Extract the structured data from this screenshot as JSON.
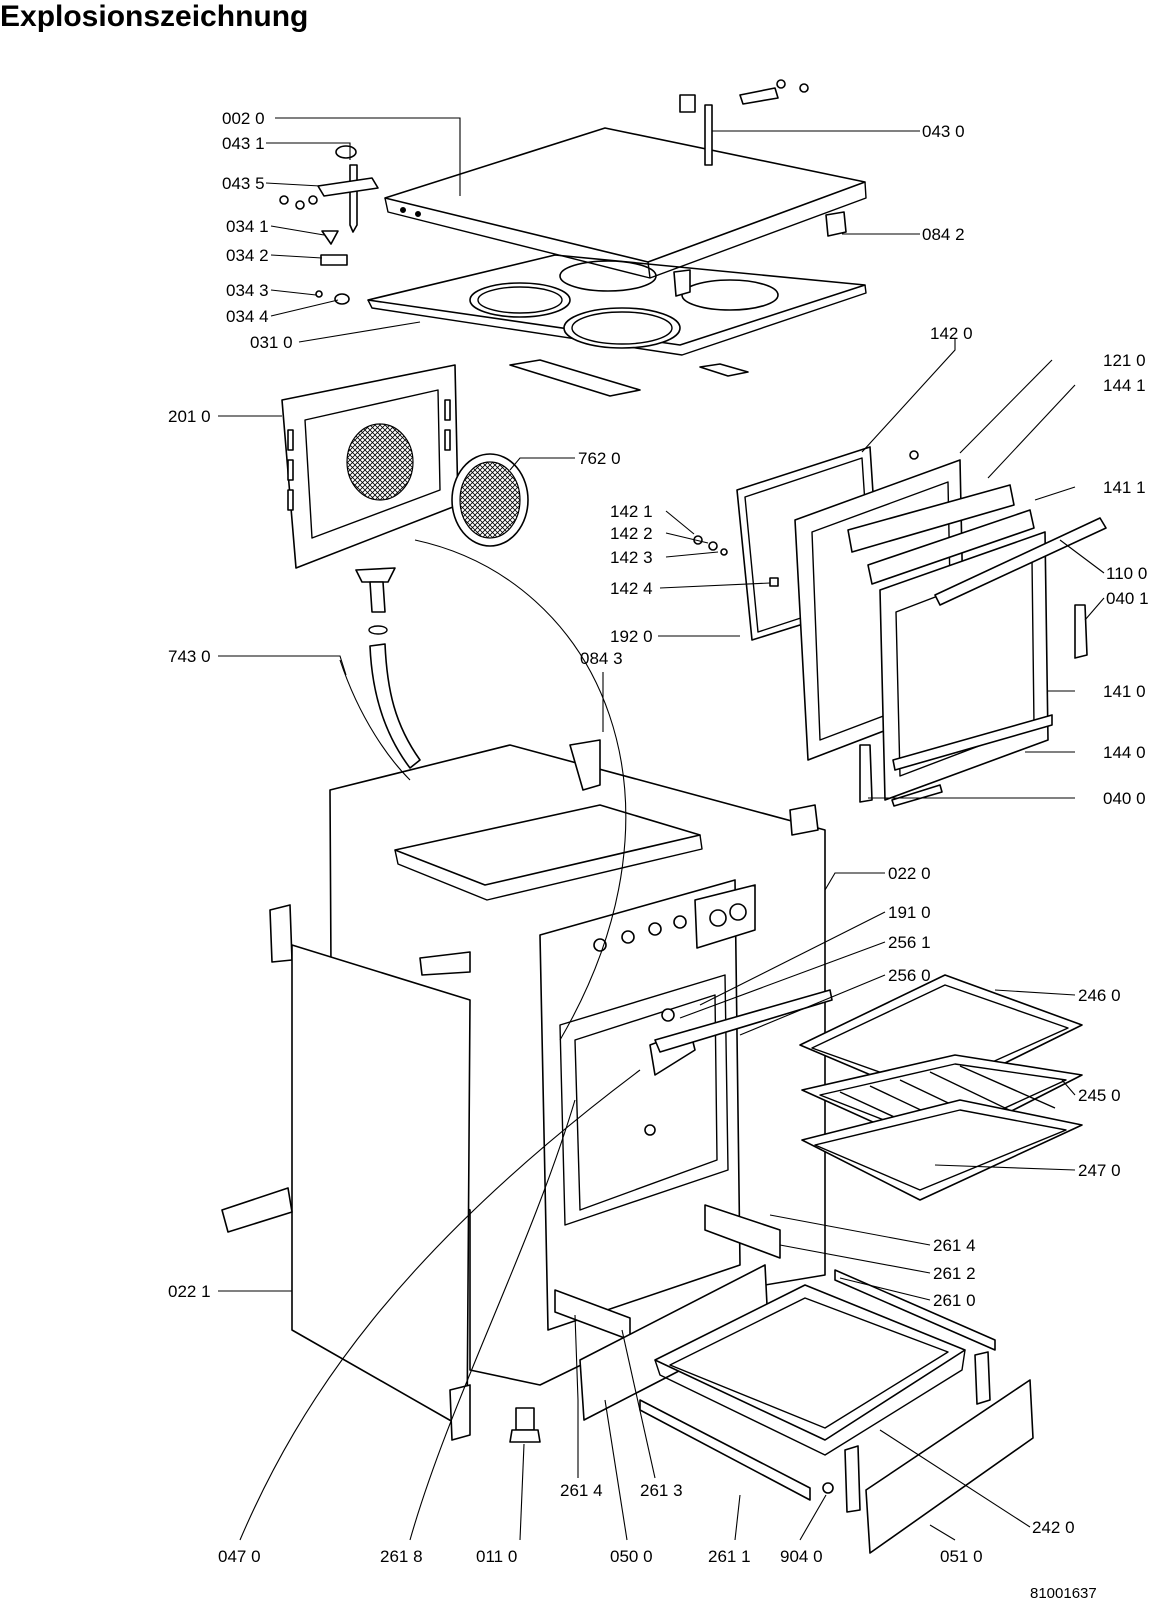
{
  "title": "Explosionszeichnung",
  "drawing_number": "81001637",
  "parts": [
    {
      "id": "p0020",
      "label": "002 0"
    },
    {
      "id": "p0431",
      "label": "043 1"
    },
    {
      "id": "p0435",
      "label": "043 5"
    },
    {
      "id": "p0341",
      "label": "034 1"
    },
    {
      "id": "p0342",
      "label": "034 2"
    },
    {
      "id": "p0343",
      "label": "034 3"
    },
    {
      "id": "p0344",
      "label": "034 4"
    },
    {
      "id": "p0310",
      "label": "031 0"
    },
    {
      "id": "p0430",
      "label": "043 0"
    },
    {
      "id": "p0842",
      "label": "084 2"
    },
    {
      "id": "p1420",
      "label": "142 0"
    },
    {
      "id": "p1210",
      "label": "121 0"
    },
    {
      "id": "p1441",
      "label": "144 1"
    },
    {
      "id": "p2010",
      "label": "201 0"
    },
    {
      "id": "p7620",
      "label": "762 0"
    },
    {
      "id": "p1411",
      "label": "141 1"
    },
    {
      "id": "p1421",
      "label": "142 1"
    },
    {
      "id": "p1422",
      "label": "142 2"
    },
    {
      "id": "p1423",
      "label": "142 3"
    },
    {
      "id": "p1424",
      "label": "142 4"
    },
    {
      "id": "p1100",
      "label": "110 0"
    },
    {
      "id": "p0401",
      "label": "040 1"
    },
    {
      "id": "p7430",
      "label": "743 0"
    },
    {
      "id": "p1920",
      "label": "192 0"
    },
    {
      "id": "p1410",
      "label": "141 0"
    },
    {
      "id": "p0843",
      "label": "084 3"
    },
    {
      "id": "p1440",
      "label": "144 0"
    },
    {
      "id": "p0400",
      "label": "040 0"
    },
    {
      "id": "p0220",
      "label": "022 0"
    },
    {
      "id": "p1910",
      "label": "191 0"
    },
    {
      "id": "p2561",
      "label": "256 1"
    },
    {
      "id": "p2560",
      "label": "256 0"
    },
    {
      "id": "p2460",
      "label": "246 0"
    },
    {
      "id": "p2450",
      "label": "245 0"
    },
    {
      "id": "p2470",
      "label": "247 0"
    },
    {
      "id": "p2614a",
      "label": "261 4"
    },
    {
      "id": "p2612",
      "label": "261 2"
    },
    {
      "id": "p0221",
      "label": "022 1"
    },
    {
      "id": "p2610",
      "label": "261 0"
    },
    {
      "id": "p2614b",
      "label": "261 4"
    },
    {
      "id": "p2613",
      "label": "261 3"
    },
    {
      "id": "p2420",
      "label": "242 0"
    },
    {
      "id": "p0470",
      "label": "047 0"
    },
    {
      "id": "p2618",
      "label": "261 8"
    },
    {
      "id": "p0110",
      "label": "011 0"
    },
    {
      "id": "p0500",
      "label": "050 0"
    },
    {
      "id": "p2611",
      "label": "261 1"
    },
    {
      "id": "p9040",
      "label": "904 0"
    },
    {
      "id": "p0510",
      "label": "051 0"
    }
  ]
}
